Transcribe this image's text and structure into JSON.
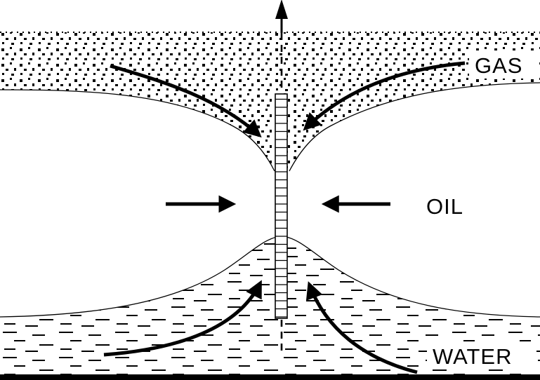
{
  "diagram": {
    "labels": {
      "gas": "GAS",
      "oil": "OIL",
      "water": "WATER"
    },
    "colors": {
      "ink": "#000000",
      "background": "#ffffff"
    },
    "regions": [
      {
        "name": "gas-cap",
        "label": "GAS",
        "texture": "stipple-dots"
      },
      {
        "name": "oil-zone",
        "label": "OIL",
        "texture": "plain-white"
      },
      {
        "name": "water-zone",
        "label": "WATER",
        "texture": "horizontal-dashes"
      }
    ],
    "well": {
      "name": "perforated-wellbore",
      "orientation": "vertical"
    },
    "flow_arrows": [
      {
        "name": "production-up-arrow",
        "direction": "up-out-of-well"
      },
      {
        "name": "gas-coning-left-arrow",
        "direction": "down-toward-well"
      },
      {
        "name": "gas-coning-right-arrow",
        "direction": "down-toward-well"
      },
      {
        "name": "oil-inflow-left-arrow",
        "direction": "right-toward-well"
      },
      {
        "name": "oil-inflow-right-arrow",
        "direction": "left-toward-well"
      },
      {
        "name": "water-coning-left-arrow",
        "direction": "up-toward-well"
      },
      {
        "name": "water-coning-right-arrow",
        "direction": "up-toward-well"
      }
    ]
  }
}
